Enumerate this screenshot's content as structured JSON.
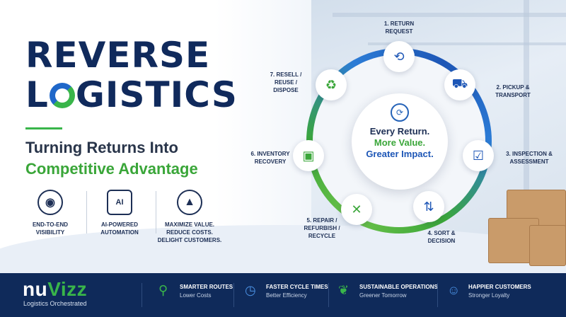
{
  "hero": {
    "title_line1": "REVERSE",
    "title_line2_pre": "L",
    "title_line2_post": "GISTICS",
    "subtitle_line1": "Turning Returns Into",
    "subtitle_line2": "Competitive Advantage"
  },
  "features": [
    {
      "icon": "eye-icon",
      "glyph": "◉",
      "label": "END-TO-END\nVISIBILITY"
    },
    {
      "icon": "ai-chip-icon",
      "glyph": "AI",
      "label": "AI-POWERED\nAUTOMATION"
    },
    {
      "icon": "growth-chart-icon",
      "glyph": "▲",
      "label": "MAXIMIZE VALUE.\nREDUCE COSTS.\nDELIGHT CUSTOMERS."
    }
  ],
  "cycle": {
    "center_line1": "Every Return.",
    "center_line2": "More Value.",
    "center_line3": "Greater Impact.",
    "steps": [
      {
        "icon": "user-return-icon",
        "glyph": "⟲",
        "label": "1. RETURN\nREQUEST"
      },
      {
        "icon": "truck-icon",
        "glyph": "⛟",
        "label": "2. PICKUP &\nTRANSPORT"
      },
      {
        "icon": "clipboard-check-icon",
        "glyph": "☑",
        "label": "3. INSPECTION &\nASSESSMENT"
      },
      {
        "icon": "split-arrows-icon",
        "glyph": "⇅",
        "label": "4. SORT &\nDECISION"
      },
      {
        "icon": "tools-icon",
        "glyph": "✕",
        "label": "5. REPAIR /\nREFURBISH /\nRECYCLE"
      },
      {
        "icon": "inventory-box-icon",
        "glyph": "▣",
        "label": "6. INVENTORY\nRECOVERY"
      },
      {
        "icon": "recycle-icon",
        "glyph": "♻",
        "label": "7. RESELL /\nREUSE /\nDISPOSE"
      }
    ]
  },
  "footer": {
    "brand_pre": "nu",
    "brand_post": "Vizz",
    "tagline": "Logistics Orchestrated",
    "items": [
      {
        "icon": "location-pin-icon",
        "glyph": "⚲",
        "title": "SMARTER ROUTES",
        "subtitle": "Lower Costs"
      },
      {
        "icon": "clock-icon",
        "glyph": "◷",
        "title": "FASTER CYCLE TIMES",
        "subtitle": "Better Efficiency"
      },
      {
        "icon": "leaf-icon",
        "glyph": "❦",
        "title": "SUSTAINABLE OPERATIONS",
        "subtitle": "Greener Tomorrow"
      },
      {
        "icon": "customers-icon",
        "glyph": "☺",
        "title": "HAPPIER CUSTOMERS",
        "subtitle": "Stronger Loyalty"
      }
    ]
  },
  "colors": {
    "navy": "#0f2a5a",
    "blue": "#1d56b6",
    "green": "#3aa639"
  }
}
